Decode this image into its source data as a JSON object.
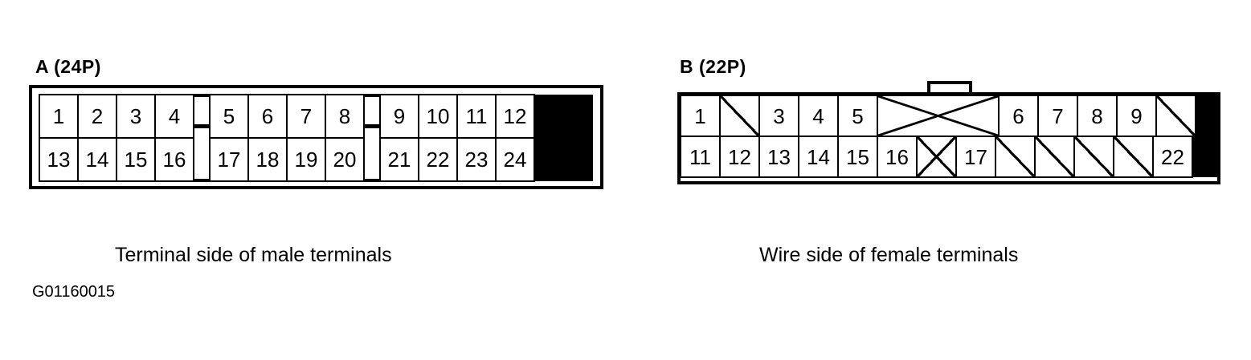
{
  "figure": {
    "code": "G01160015"
  },
  "connectors": [
    {
      "id": "A",
      "label": "A (24P)",
      "caption": "Terminal side of male terminals",
      "pin_count": "24P",
      "view": "Terminal side of male terminals",
      "rows": [
        [
          {
            "kind": "pin",
            "label": "1"
          },
          {
            "kind": "pin",
            "label": "2"
          },
          {
            "kind": "pin",
            "label": "3"
          },
          {
            "kind": "pin",
            "label": "4"
          },
          {
            "kind": "slot",
            "label": ""
          },
          {
            "kind": "pin",
            "label": "5"
          },
          {
            "kind": "pin",
            "label": "6"
          },
          {
            "kind": "pin",
            "label": "7"
          },
          {
            "kind": "pin",
            "label": "8"
          },
          {
            "kind": "slot",
            "label": ""
          },
          {
            "kind": "pin",
            "label": "9"
          },
          {
            "kind": "pin",
            "label": "10"
          },
          {
            "kind": "pin",
            "label": "11"
          },
          {
            "kind": "pin",
            "label": "12"
          }
        ],
        [
          {
            "kind": "pin",
            "label": "13"
          },
          {
            "kind": "pin",
            "label": "14"
          },
          {
            "kind": "pin",
            "label": "15"
          },
          {
            "kind": "pin",
            "label": "16"
          },
          {
            "kind": "slot",
            "label": ""
          },
          {
            "kind": "pin",
            "label": "17"
          },
          {
            "kind": "pin",
            "label": "18"
          },
          {
            "kind": "pin",
            "label": "19"
          },
          {
            "kind": "pin",
            "label": "20"
          },
          {
            "kind": "slot",
            "label": ""
          },
          {
            "kind": "pin",
            "label": "21"
          },
          {
            "kind": "pin",
            "label": "22"
          },
          {
            "kind": "pin",
            "label": "23"
          },
          {
            "kind": "pin",
            "label": "24"
          }
        ]
      ]
    },
    {
      "id": "B",
      "label": "B (22P)",
      "caption": "Wire side of female terminals",
      "pin_count": "22P",
      "view": "Wire side of female terminals",
      "rows": [
        [
          {
            "kind": "pin",
            "label": "1"
          },
          {
            "kind": "blank-diag",
            "label": ""
          },
          {
            "kind": "pin",
            "label": "3"
          },
          {
            "kind": "pin",
            "label": "4"
          },
          {
            "kind": "pin",
            "label": "5"
          },
          {
            "kind": "blank-xwide",
            "label": "",
            "span": 3
          },
          {
            "kind": "pin",
            "label": "6"
          },
          {
            "kind": "pin",
            "label": "7"
          },
          {
            "kind": "pin",
            "label": "8"
          },
          {
            "kind": "pin",
            "label": "9"
          },
          {
            "kind": "blank-diag",
            "label": ""
          }
        ],
        [
          {
            "kind": "pin",
            "label": "11"
          },
          {
            "kind": "pin",
            "label": "12"
          },
          {
            "kind": "pin",
            "label": "13"
          },
          {
            "kind": "pin",
            "label": "14"
          },
          {
            "kind": "pin",
            "label": "15"
          },
          {
            "kind": "pin",
            "label": "16"
          },
          {
            "kind": "blank-x",
            "label": ""
          },
          {
            "kind": "pin",
            "label": "17"
          },
          {
            "kind": "blank-diag",
            "label": ""
          },
          {
            "kind": "blank-diag",
            "label": ""
          },
          {
            "kind": "blank-diag",
            "label": ""
          },
          {
            "kind": "blank-diag",
            "label": ""
          },
          {
            "kind": "pin",
            "label": "22"
          }
        ]
      ]
    }
  ],
  "colors": {
    "ink": "#000000",
    "paper": "#ffffff"
  }
}
